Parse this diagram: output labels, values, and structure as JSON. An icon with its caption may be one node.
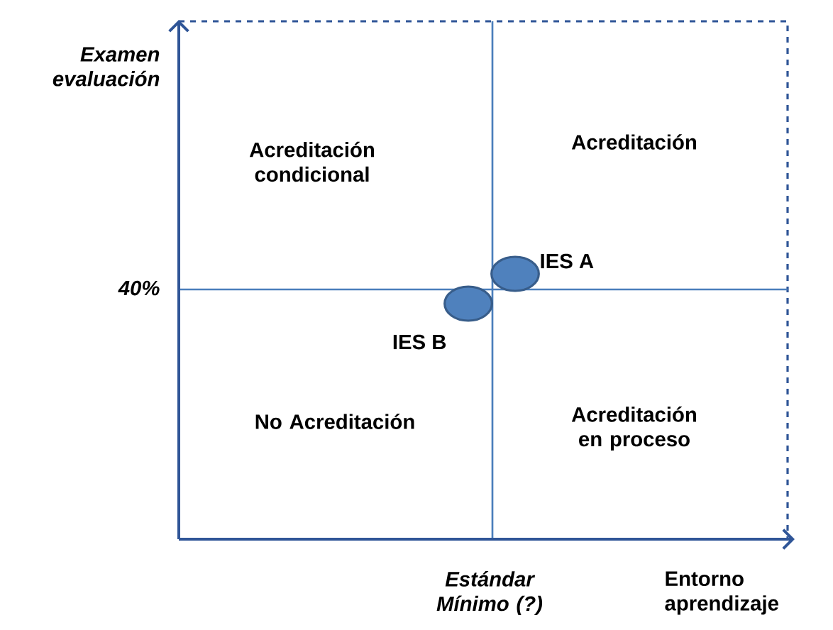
{
  "diagram": {
    "nodes": [
      {
        "text": [],
        "shape": "circle",
        "beside": [
          "IES A"
        ]
      },
      {
        "text": [],
        "shape": "circle",
        "beside": [
          "IES B"
        ]
      }
    ],
    "labels": [
      "Examen evaluación",
      "Acreditación condicional",
      "Acreditación",
      "40%",
      "No Acreditación",
      "Acreditación en proceso",
      "Estándar Mínimo (?)",
      "Entorno aprendizaje"
    ]
  }
}
